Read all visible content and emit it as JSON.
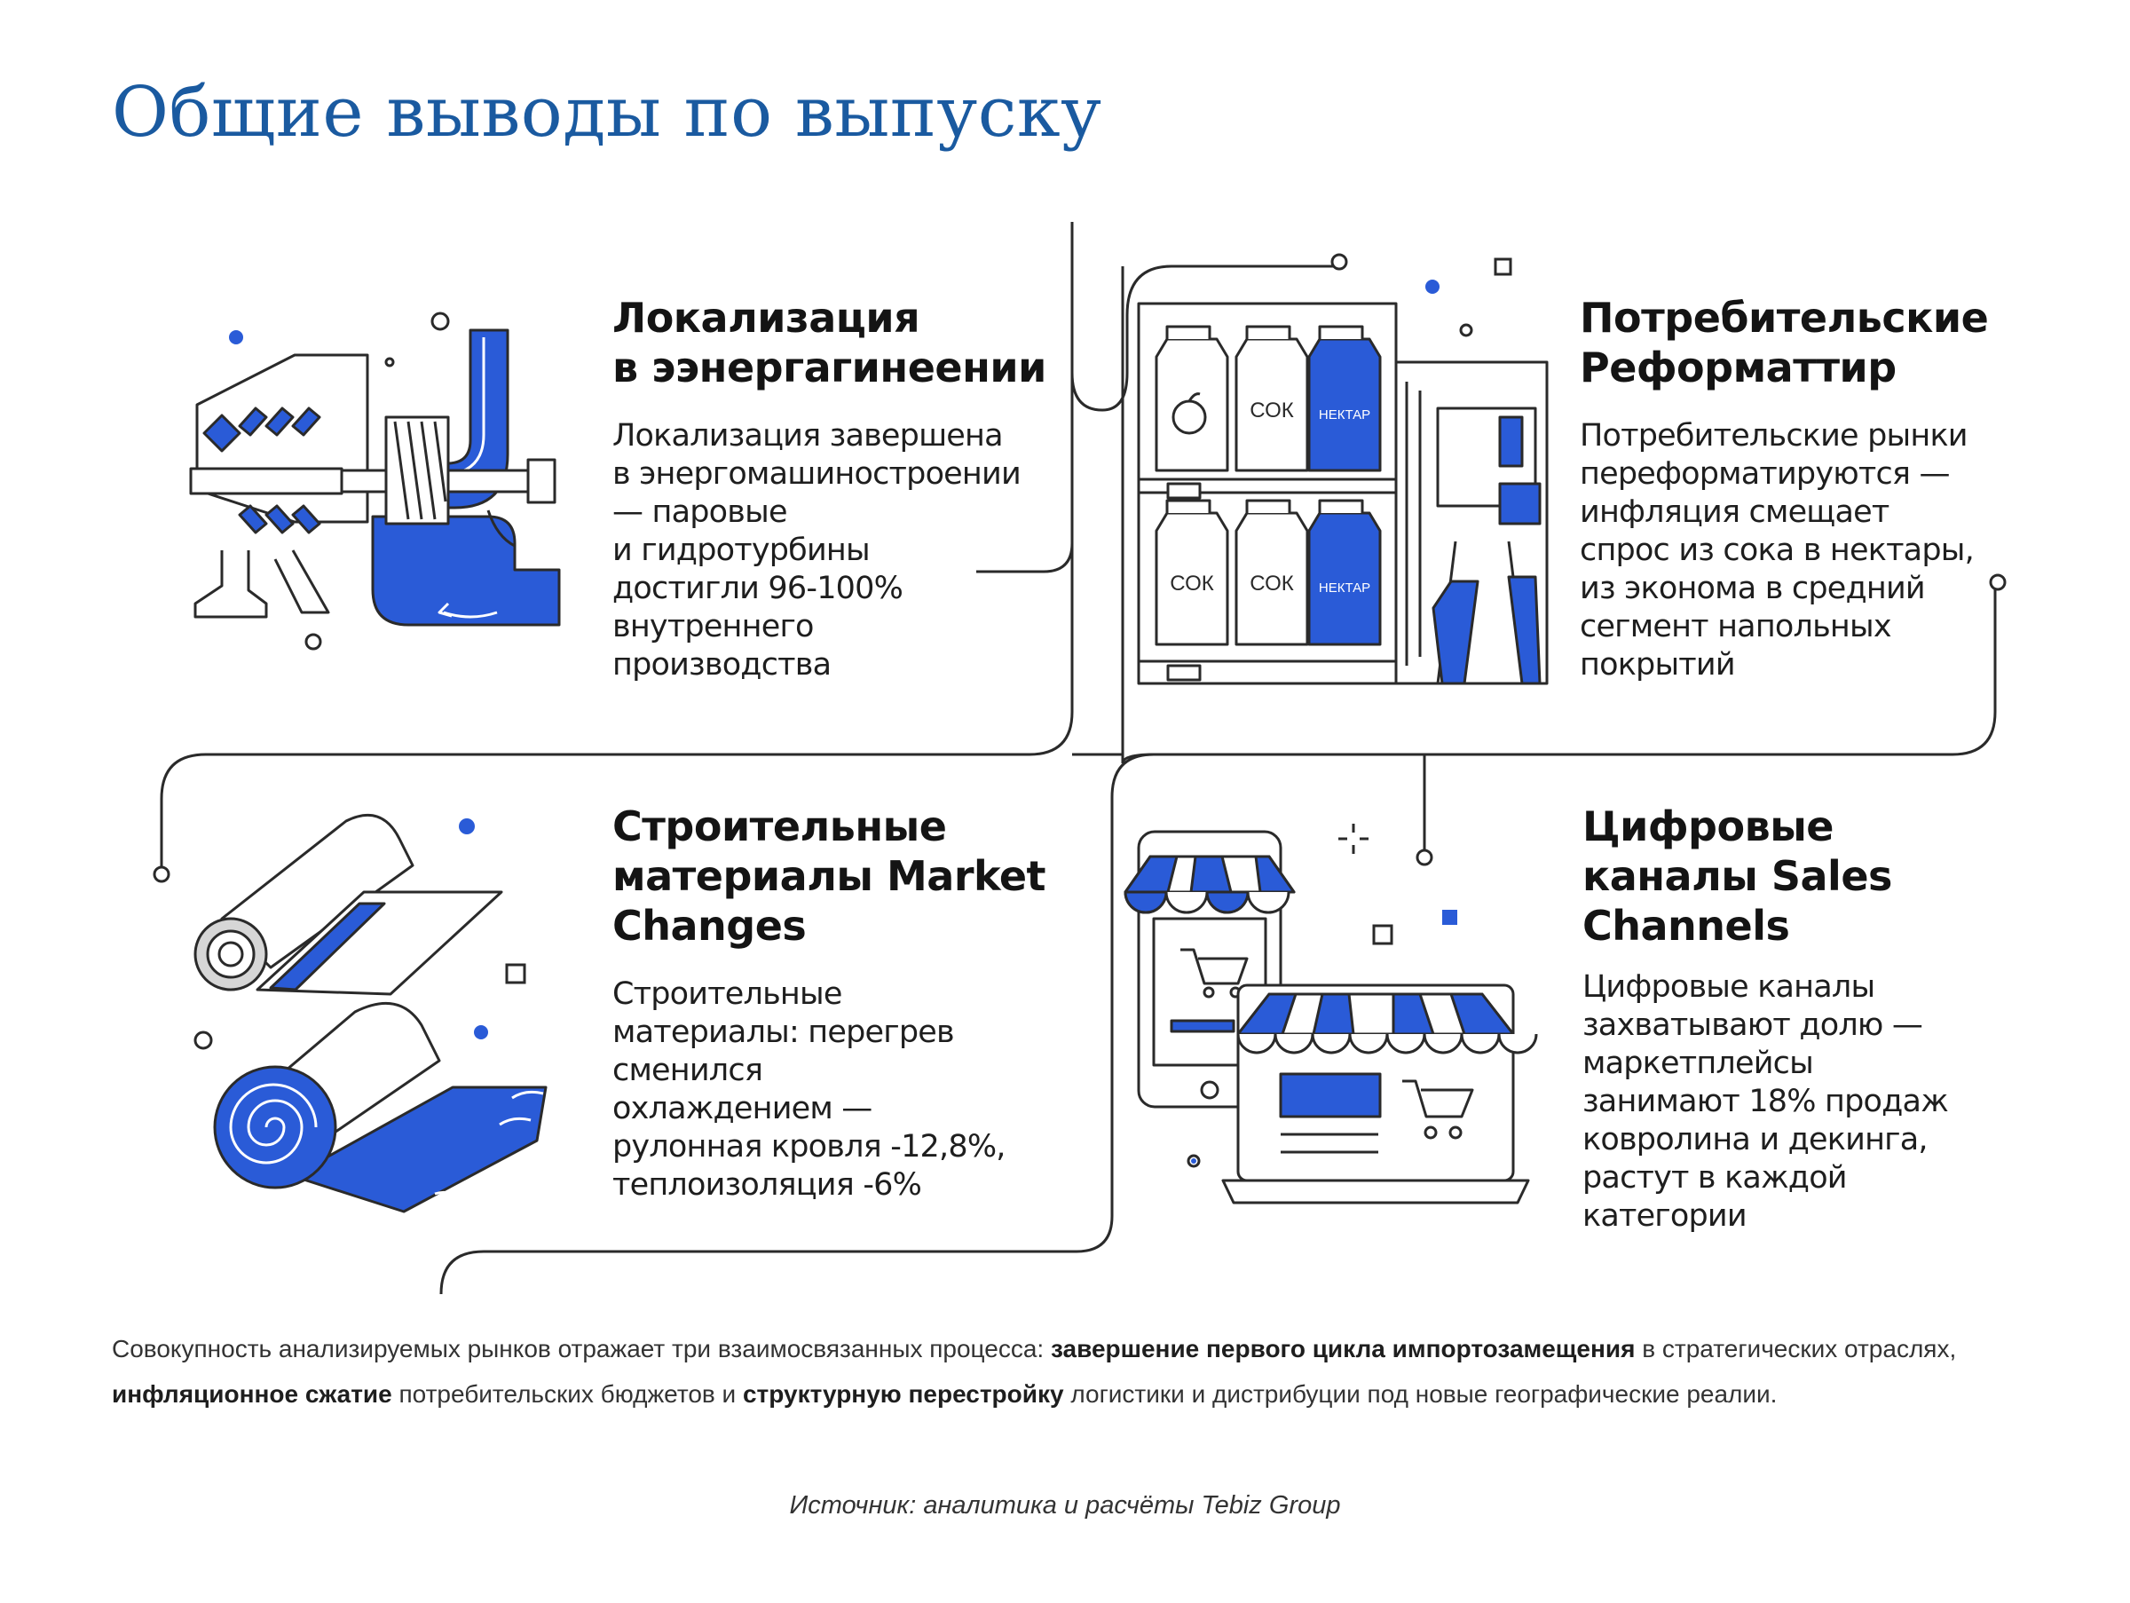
{
  "page": {
    "title": "Общие выводы по выпуску"
  },
  "colors": {
    "title_blue": "#1a5aa0",
    "accent_blue": "#2a5bd7",
    "line": "#2a2a2a",
    "text": "#1e1e1e"
  },
  "infographic": {
    "panels": [
      {
        "heading": "Локализация\nв ээнергагинеении",
        "body": "Локализация завершена\nв энергомашиностроении\n— паровые\nи гидротурбины\nдостигли 96-100%\nвнутреннего\nпроизводства",
        "illustration": "turbine-icon"
      },
      {
        "heading": "Потребительские\nРеформаттир",
        "body": "Потребительские рынки\nпереформатируются —\nинфляция смещает\nспрос из сока в нектары,\nиз эконома в средний\nсегмент напольных\nпокрытий",
        "illustration": "juice-shelf-icon",
        "labels": {
          "sok": "СОК",
          "nektar": "НЕКТАР"
        }
      },
      {
        "heading": "Строительные\nматериалы Market\nChanges",
        "body": "Строительные\nматериалы: перегрев\nсменился\nохлаждением —\nрулонная кровля -12,8%,\nтеплоизоляция -6%",
        "illustration": "roofing-roll-icon"
      },
      {
        "heading": "Цифровые\nканалы Sales\nChannels",
        "body": "Цифровые каналы\nзахватывают долю —\nмаркетплейсы\nзанимают 18% продаж\nковролина и декинга,\nрастут в каждой\nкатегории",
        "illustration": "online-store-icon"
      }
    ]
  },
  "summary": {
    "t1": "Совокупность анализируемых рынков отражает три взаимосвязанных процесса: ",
    "b1": "завершение первого цикла импортозамещения",
    "t2": " в стратегических отраслях, ",
    "b2": "инфляционное сжатие",
    "t3": " потребительских бюджетов и ",
    "b3": "структурную перестройку",
    "t4": " логистики и дистрибуции под новые географические реалии."
  },
  "source": "Источник: аналитика и расчёты Tebiz Group"
}
